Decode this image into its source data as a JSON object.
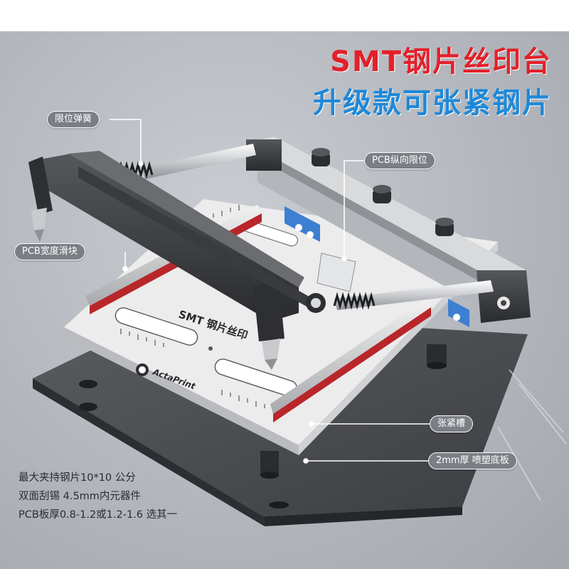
{
  "title": {
    "line1": "SMT钢片丝印台",
    "line2": "升级款可张紧钢片"
  },
  "callouts": {
    "limit_spring": "限位弹簧",
    "pcb_vertical_limit": "PCB纵向限位",
    "pcb_width_slider": "PCB宽度滑块",
    "tension_slot": "张紧槽",
    "base_plate": "2mm厚 喷塑底板"
  },
  "board": {
    "label": "SMT 钢片丝印",
    "brand": "ActaPrint"
  },
  "specs": [
    "最大夹持钢片10*10 公分",
    "双面刮锡 4.5mm内元器件",
    "PCB板厚0.8-1.2或1.2-1.6 选其一"
  ],
  "colors": {
    "title_red": "#e3202a",
    "title_blue": "#1e88d8",
    "callout_bg": "#7b7f85",
    "frame": "#3b3c3f",
    "rail_red": "#b8262a",
    "block_blue": "#3d7fd0"
  }
}
